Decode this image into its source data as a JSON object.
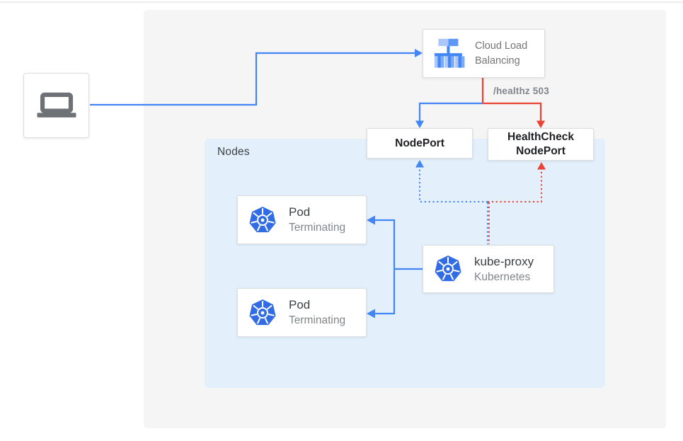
{
  "colors": {
    "blue": "#4285F4",
    "red": "#EA4335",
    "panel-gray": "#F5F5F5",
    "panel-blue": "#E3F0FC",
    "box-border": "#DCDEE0",
    "text-dark": "#3C4043",
    "text-gray": "#80868B",
    "text-black": "#202124",
    "clb-text": "#757575",
    "k8s-blue": "#326CE5",
    "icon-gray": "#6E7276",
    "clb-light": "#A9C7FA",
    "clb-mid": "#5E97F6",
    "clb-dark": "#4285F4",
    "clb-soft": "#7BAAF7"
  },
  "diagram": {
    "client": {
      "icon": "laptop"
    },
    "cloud_load_balancing": {
      "label_line1": "Cloud Load",
      "label_line2": "Balancing"
    },
    "healthz_label": "/healthz 503",
    "nodeport": {
      "label": "NodePort"
    },
    "healthcheck_nodeport": {
      "label_line1": "HealthCheck",
      "label_line2": "NodePort"
    },
    "nodes_group": {
      "label": "Nodes"
    },
    "pods": [
      {
        "title": "Pod",
        "status": "Terminating"
      },
      {
        "title": "Pod",
        "status": "Terminating"
      }
    ],
    "kube_proxy": {
      "title": "kube-proxy",
      "subtitle": "Kubernetes"
    }
  }
}
